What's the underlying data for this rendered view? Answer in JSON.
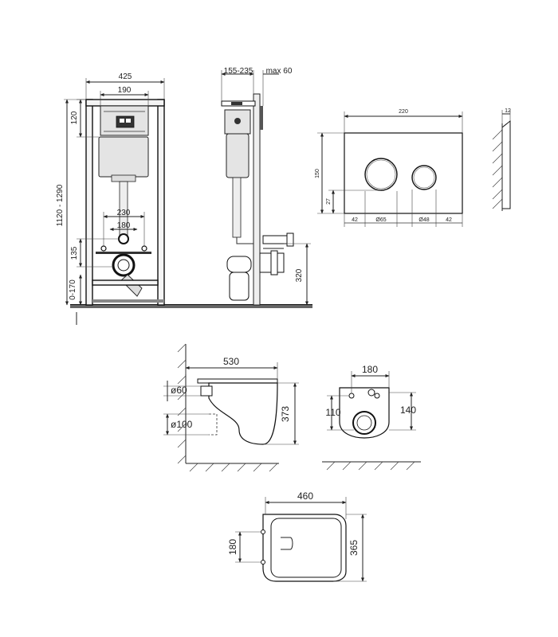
{
  "frame_front": {
    "width": "425",
    "inner_width": "190",
    "height_range": "1120 - 1290",
    "top_offset": "120",
    "stud_spacing": "230",
    "pipe_spacing": "180",
    "outlet_height": "135",
    "floor_range": "0-170"
  },
  "frame_side": {
    "depth_range": "155-235",
    "max_wall": "max 60",
    "outlet_height": "320"
  },
  "flush_plate": {
    "width": "220",
    "height": "150",
    "thickness": "12",
    "left_margin": "42",
    "big_button": "Ø65",
    "small_button": "Ø48",
    "right_margin": "42",
    "button_offset": "27"
  },
  "bowl_side": {
    "length": "530",
    "height": "373",
    "pipe_small": "ø60",
    "pipe_large": "ø100"
  },
  "bowl_back": {
    "stud_spacing": "180",
    "left_height": "110",
    "right_height": "140"
  },
  "bowl_top": {
    "width": "460",
    "length": "365",
    "mount_spacing": "180"
  }
}
